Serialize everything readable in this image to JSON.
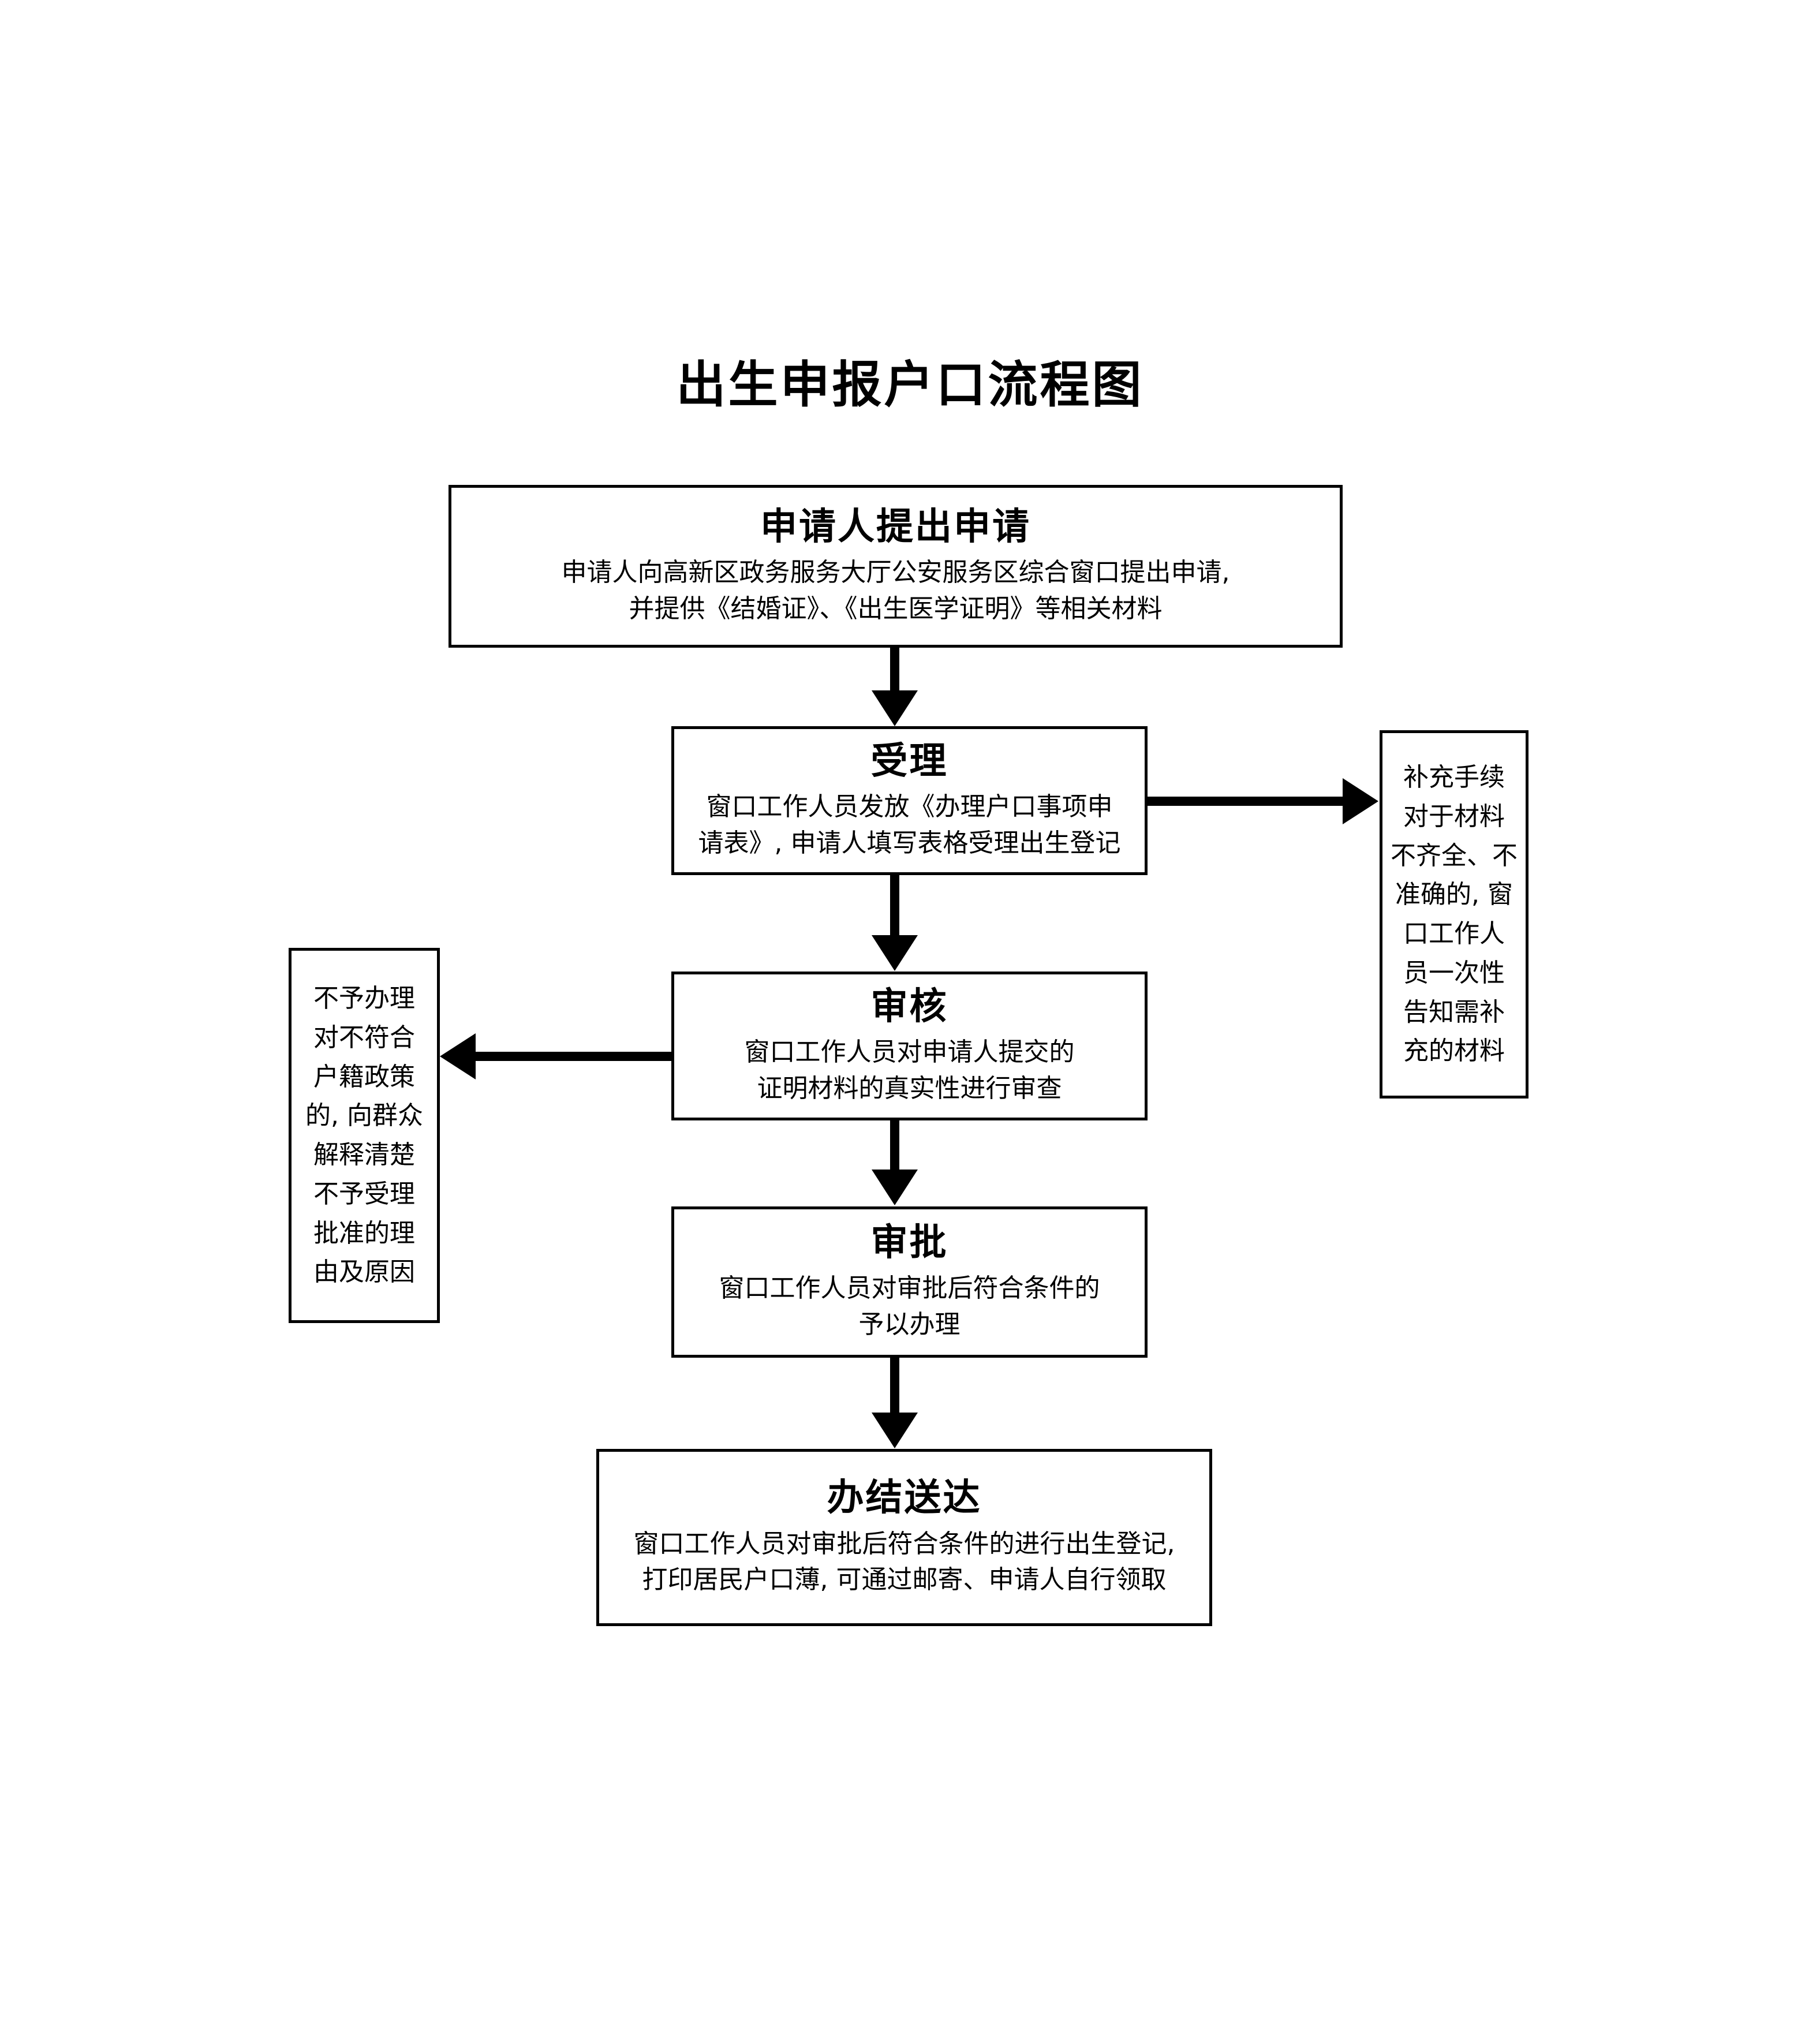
{
  "diagram": {
    "title": "出生申报户口流程图",
    "nodes": {
      "apply": {
        "heading": "申请人提出申请",
        "body": "申请人向高新区政务服务大厅公安服务区综合窗口提出申请,\n并提供《结婚证》、《出生医学证明》等相关材料"
      },
      "accept": {
        "heading": "受理",
        "body": "窗口工作人员发放《办理户口事项申\n请表》, 申请人填写表格受理出生登记"
      },
      "review": {
        "heading": "审核",
        "body": "窗口工作人员对申请人提交的\n证明材料的真实性进行审查"
      },
      "approve": {
        "heading": "审批",
        "body": "窗口工作人员对审批后符合条件的\n予以办理"
      },
      "deliver": {
        "heading": "办结送达",
        "body": "窗口工作人员对审批后符合条件的进行出生登记,\n打印居民户口薄, 可通过邮寄、申请人自行领取"
      },
      "supplement": {
        "body": "补充手续\n对于材料\n不齐全、不\n准确的, 窗\n口工作人\n员一次性\n告知需补\n充的材料"
      },
      "reject": {
        "body": "不予办理\n对不符合\n户籍政策\n的, 向群众\n解释清楚\n不予受理\n批准的理\n由及原因"
      }
    },
    "edges": [
      {
        "id": "apply-to-accept",
        "from": "apply",
        "to": "accept",
        "direction": "down"
      },
      {
        "id": "accept-to-supplement",
        "from": "accept",
        "to": "supplement",
        "direction": "right"
      },
      {
        "id": "accept-to-review",
        "from": "accept",
        "to": "review",
        "direction": "down"
      },
      {
        "id": "review-to-reject",
        "from": "review",
        "to": "reject",
        "direction": "left"
      },
      {
        "id": "review-to-approve",
        "from": "review",
        "to": "approve",
        "direction": "down"
      },
      {
        "id": "approve-to-deliver",
        "from": "approve",
        "to": "deliver",
        "direction": "down"
      }
    ],
    "colors": {
      "background": "#ffffff",
      "stroke": "#000000",
      "text": "#000000"
    }
  }
}
